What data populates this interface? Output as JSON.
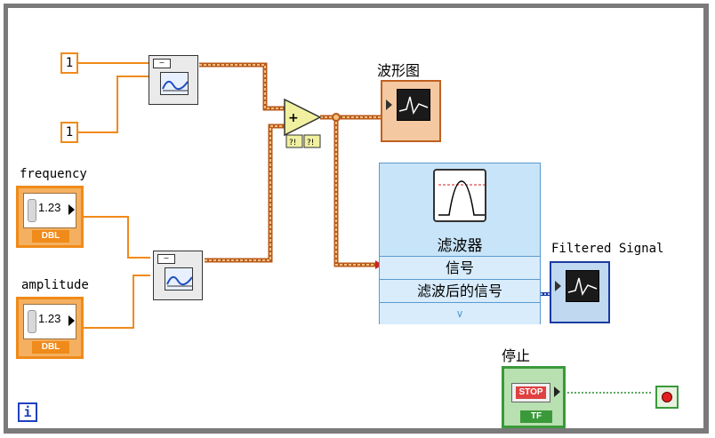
{
  "constants": {
    "const_top": "1",
    "const_bottom": "1"
  },
  "controls": {
    "frequency": {
      "label": "frequency",
      "value": "1.23",
      "type": "DBL"
    },
    "amplitude": {
      "label": "amplitude",
      "value": "1.23",
      "type": "DBL"
    }
  },
  "indicators": {
    "waveform_graph": {
      "label": "波形图"
    },
    "filtered_signal": {
      "label": "Filtered Signal"
    }
  },
  "filter_vi": {
    "title": "滤波器",
    "input_signal": "信号",
    "output_filtered": "滤波后的信号"
  },
  "stop": {
    "label": "停止",
    "button_text": "STOP",
    "type": "TF"
  },
  "loop": {
    "info_glyph": "i"
  },
  "colors": {
    "loop_border": "#7a7a7a",
    "dbl_wire": "#f08a1a",
    "bool_wire": "#2a8a2a",
    "filter_bg": "#c8e4f8"
  }
}
